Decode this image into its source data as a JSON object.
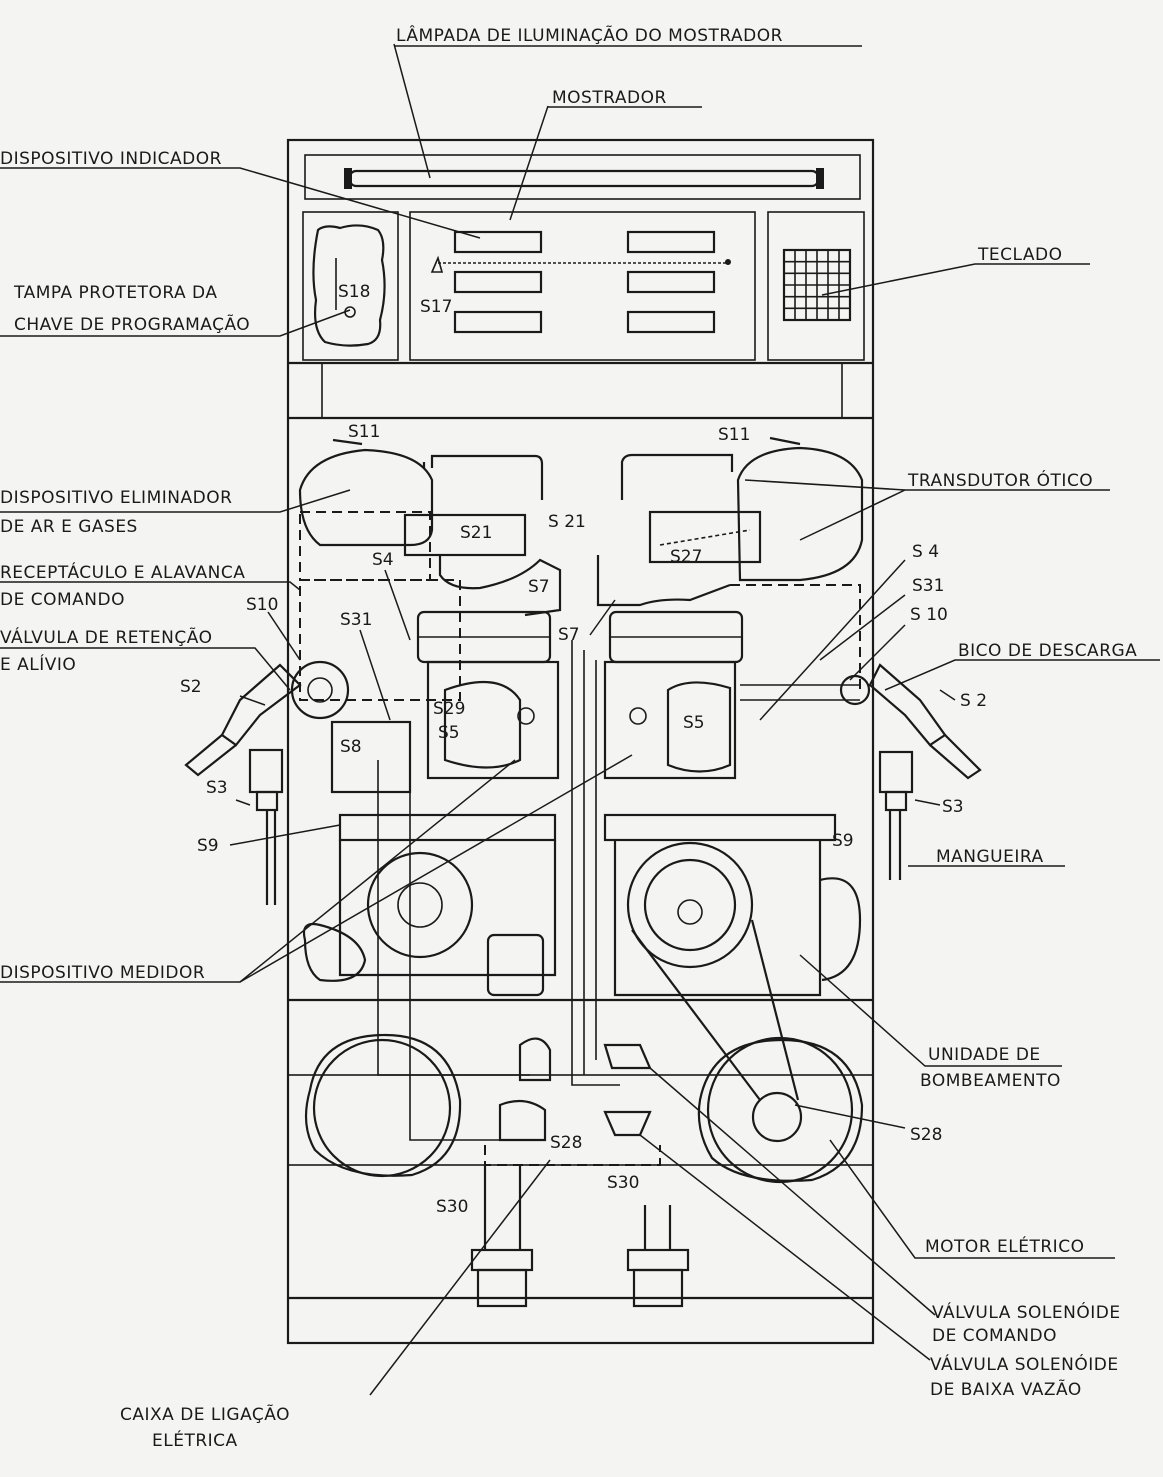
{
  "labels": {
    "lampada": "LÂMPADA  DE  ILUMINAÇÃO DO  MOSTRADOR",
    "mostrador": "MOSTRADOR",
    "dispositivo_indicador": "DISPOSITIVO  INDICADOR",
    "tampa_1": "TAMPA  PROTETORA  DA",
    "tampa_2": "CHAVE  DE  PROGRAMAÇÃO",
    "teclado": "TECLADO",
    "eliminador_1": "DISPOSITIVO  ELIMINADOR",
    "eliminador_2": "DE  AR  E  GASES",
    "receptaculo_1": "RECEPTÁCULO  E  ALAVANCA",
    "receptaculo_2": "DE  COMANDO",
    "valvula_retencao_1": "VÁLVULA  DE  RETENÇÃO",
    "valvula_retencao_2": "E  ALÍVIO",
    "transdutor": "TRANSDUTOR  ÓTICO",
    "bico": "BICO  DE  DESCARGA",
    "mangueira": "MANGUEIRA",
    "medidor": "DISPOSITIVO  MEDIDOR",
    "unidade_1": "UNIDADE  DE",
    "unidade_2": "BOMBEAMENTO",
    "motor": "MOTOR  ELÉTRICO",
    "solenoide_comando_1": "VÁLVULA  SOLENÓIDE",
    "solenoide_comando_2": "DE  COMANDO",
    "solenoide_baixa_1": "VÁLVULA  SOLENÓIDE",
    "solenoide_baixa_2": "DE  BAIXA  VAZÃO",
    "caixa_1": "CAIXA  DE  LIGAÇÃO",
    "caixa_2": "ELÉTRICA"
  },
  "seals": {
    "s18": "S18",
    "s17": "S17",
    "s11_left": "S11",
    "s11_right": "S11",
    "s21_left": "S21",
    "s21_mid": "S 21",
    "s27": "S27",
    "s4_left": "S4",
    "s4_right": "S 4",
    "s7_left": "S7",
    "s7_right": "S7",
    "s10_left": "S10",
    "s10_right": "S 10",
    "s31_left": "S31",
    "s31_right": "S31",
    "s2_left": "S2",
    "s2_right": "S 2",
    "s29": "S29",
    "s8": "S8",
    "s5_left": "S5",
    "s5_right": "S5",
    "s3_left": "S3",
    "s3_right": "S3",
    "s9_left": "S9",
    "s9_right": "S9",
    "s28_mid": "S28",
    "s28_right": "S28",
    "s30_left": "S30",
    "s30_mid": "S30"
  }
}
